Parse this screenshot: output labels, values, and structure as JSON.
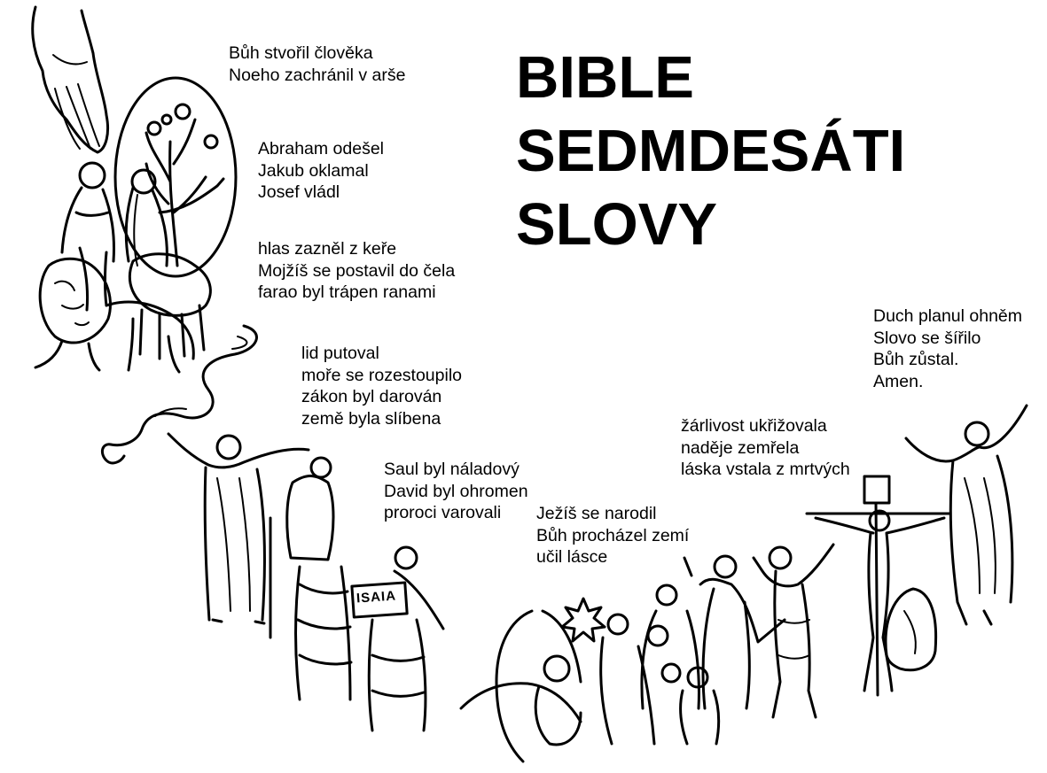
{
  "title_lines": [
    "BIBLE",
    "SEDMDESÁTI",
    "SLOVY"
  ],
  "stanzas": [
    {
      "id": "creation",
      "lines": [
        "Bůh stvořil člověka",
        "Noeho zachránil v arše"
      ]
    },
    {
      "id": "patriarchs",
      "lines": [
        "Abraham odešel",
        "Jakub oklamal",
        "Josef vládl"
      ]
    },
    {
      "id": "exodus",
      "lines": [
        "hlas zazněl  z keře",
        "Mojžíš se postavil do čela",
        "farao byl trápen ranami"
      ]
    },
    {
      "id": "wilderness",
      "lines": [
        "lid putoval",
        "moře se rozestoupilo",
        "zákon byl darován",
        "země byla slíbena"
      ]
    },
    {
      "id": "kings",
      "lines": [
        "Saul byl náladový",
        "David byl ohromen",
        "proroci varovali"
      ]
    },
    {
      "id": "jesus",
      "lines": [
        "Ježíš se narodil",
        "Bůh procházel zemí",
        "učil lásce"
      ]
    },
    {
      "id": "passion",
      "lines": [
        "žárlivost ukřižovala",
        "naděje zemřela",
        "láska vstala z mrtvých"
      ]
    },
    {
      "id": "pentecost",
      "lines": [
        "Duch planul ohněm",
        "Slovo se šířilo",
        "Bůh zůstal.",
        "Amen."
      ]
    }
  ],
  "illustration": {
    "scroll_label": "ISAIA",
    "figures": [
      "hand-of-god",
      "adam",
      "eve",
      "tree",
      "lion",
      "lamb",
      "serpent",
      "moses",
      "tablets-figure",
      "isaiah",
      "mary-child",
      "star",
      "crowd",
      "teacher",
      "soldier",
      "crucifix",
      "mourner",
      "risen-christ"
    ]
  },
  "colors": {
    "ink": "#000000",
    "paper": "#ffffff"
  }
}
